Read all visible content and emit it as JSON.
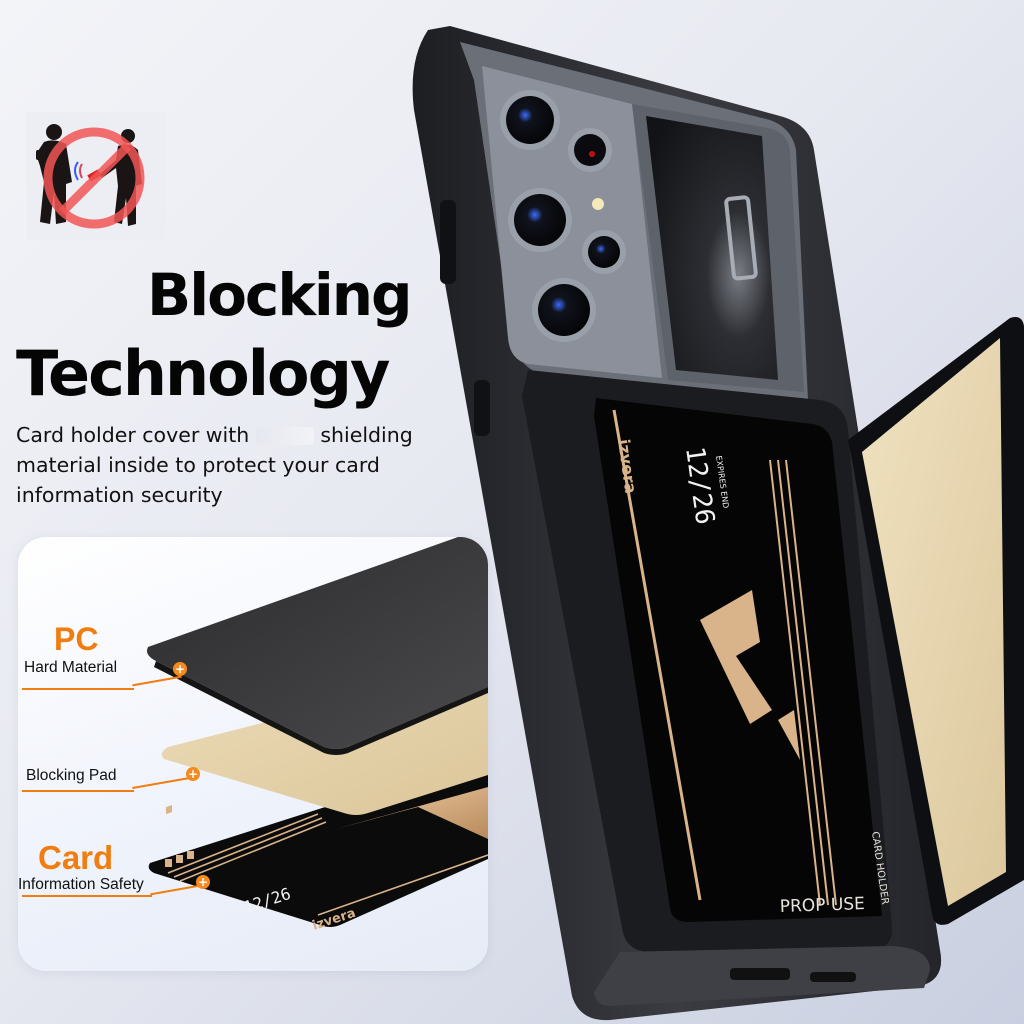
{
  "headline": {
    "line1": "Blocking",
    "line2": "Technology"
  },
  "description": {
    "part1": "Card holder cover with",
    "part2": "shielding material inside to protect your card information security"
  },
  "icon": {
    "name": "no-skimming-icon"
  },
  "layers": [
    {
      "title": "PC",
      "subtitle": "Hard Material"
    },
    {
      "title": "",
      "subtitle": "Blocking Pad"
    },
    {
      "title": "Card",
      "subtitle": "Information Safety"
    }
  ],
  "card": {
    "brand": "izvera",
    "expires_label": "EXPIRES END",
    "expiry": "12/26",
    "footer": "PROP USE",
    "side_text": "CARD HOLDER"
  },
  "colors": {
    "accent_orange": "#f07d10",
    "gold": "#d9b48a",
    "pad_beige": "#e8d9b6",
    "case_black": "#2a2c31"
  }
}
